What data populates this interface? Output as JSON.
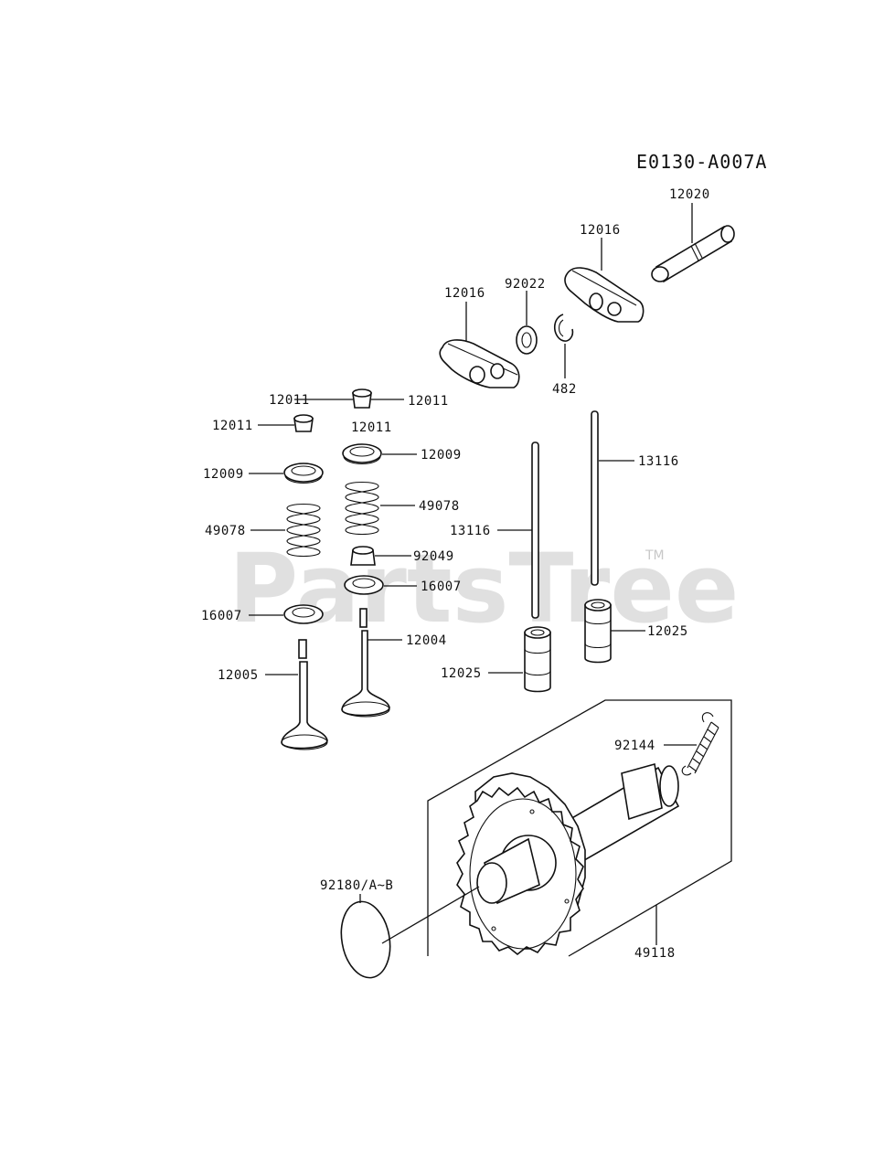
{
  "diagram": {
    "code": "E0130-A007A",
    "watermark": "PartsTree",
    "trademark": "TM",
    "labels": {
      "p12020": "12020",
      "p12016_right": "12016",
      "p12016_left": "12016",
      "p92022": "92022",
      "p482": "482",
      "p12011_top_left": "12011",
      "p12011_top_right": "12011",
      "p12011_left": "12011",
      "p12011_mid": "12011",
      "p12009_left": "12009",
      "p12009_right": "12009",
      "p49078_left": "49078",
      "p49078_right": "49078",
      "p92049": "92049",
      "p16007_right": "16007",
      "p16007_left": "16007",
      "p12004": "12004",
      "p12005": "12005",
      "p13116_right": "13116",
      "p13116_left": "13116",
      "p12025_right": "12025",
      "p12025_left": "12025",
      "p92144": "92144",
      "p92180": "92180/A~B",
      "p49118": "49118"
    }
  }
}
